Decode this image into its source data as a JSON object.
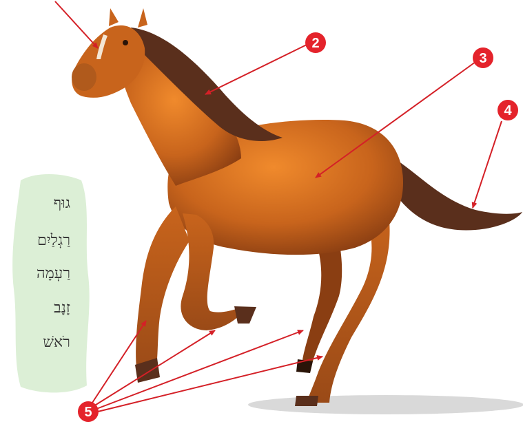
{
  "colors": {
    "arrow": "#d42027",
    "badge": "#e4232b",
    "coat": "#c8641c",
    "mane": "#5a2f1c",
    "panel": "#dcefd6"
  },
  "callouts": [
    {
      "number": "2",
      "target": "mane"
    },
    {
      "number": "3",
      "target": "body"
    },
    {
      "number": "4",
      "target": "tail"
    },
    {
      "number": "5",
      "target": "legs"
    }
  ],
  "word_list": [
    "גוּף",
    "רַגְלַיִם",
    "רַעְמָה",
    "זָנָב",
    "רֹאשׁ"
  ]
}
